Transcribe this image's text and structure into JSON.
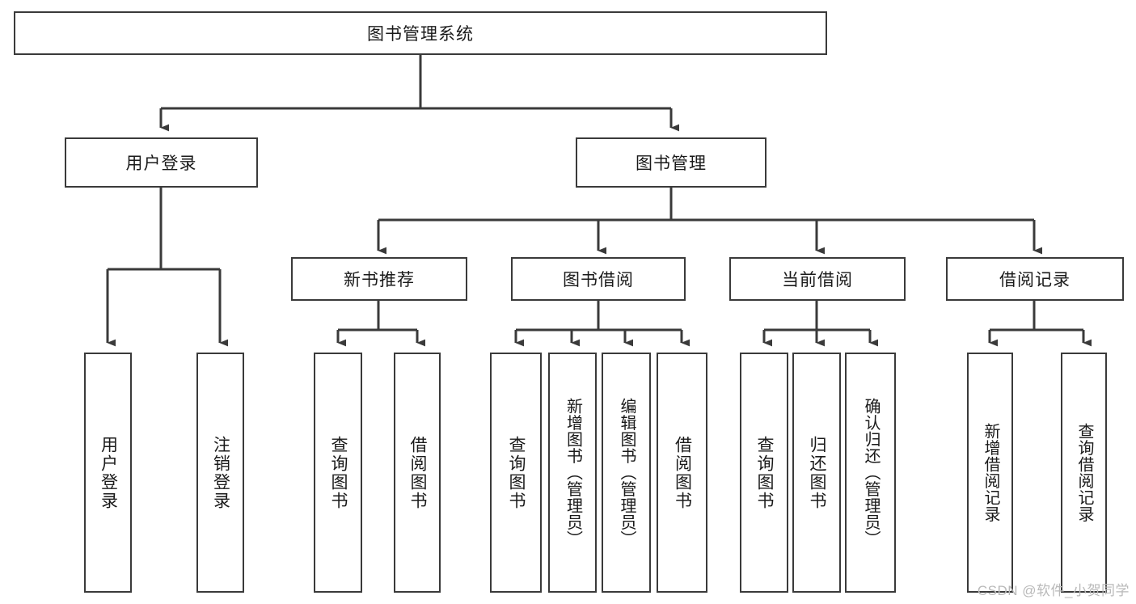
{
  "diagram": {
    "title": "图书管理系统",
    "type": "hierarchy-tree",
    "colors": {
      "box_border": "#3a3a3a",
      "box_fill": "#ffffff",
      "connector": "#3a3a3a",
      "text": "#1a1a1a",
      "watermark": "#b9b9b9"
    },
    "root": {
      "label": "图书管理系统"
    },
    "level2": [
      {
        "label": "用户登录"
      },
      {
        "label": "图书管理"
      }
    ],
    "level3": [
      {
        "label": "新书推荐"
      },
      {
        "label": "图书借阅"
      },
      {
        "label": "当前借阅"
      },
      {
        "label": "借阅记录"
      }
    ],
    "leaves": {
      "user_login": [
        {
          "label": "用户登录"
        },
        {
          "label": "注销登录"
        }
      ],
      "new_book_recommend": [
        {
          "label": "查询图书"
        },
        {
          "label": "借阅图书"
        }
      ],
      "book_borrow": [
        {
          "label": "查询图书"
        },
        {
          "label": "新增图书（管理员）"
        },
        {
          "label": "编辑图书（管理员）"
        },
        {
          "label": "借阅图书"
        }
      ],
      "current_borrow": [
        {
          "label": "查询图书"
        },
        {
          "label": "归还图书"
        },
        {
          "label": "确认归还（管理员）"
        }
      ],
      "borrow_record": [
        {
          "label": "新增借阅记录"
        },
        {
          "label": "查询借阅记录"
        }
      ]
    }
  },
  "watermark": {
    "text": "CSDN @软件_小贺同学"
  }
}
